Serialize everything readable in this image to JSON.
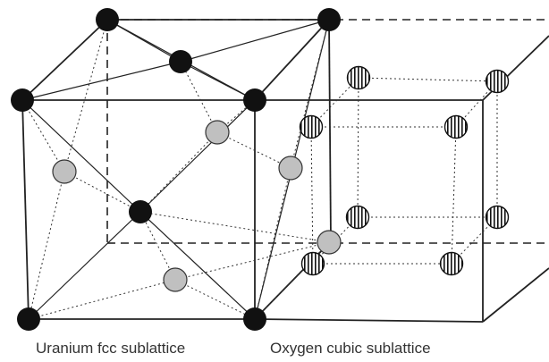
{
  "captions": {
    "left": "Uranium fcc sublattice",
    "right": "Oxygen cubic sublattice"
  },
  "colors": {
    "uranium_atom": "#111111",
    "interstitial_atom": "#c0c0c0",
    "oxygen_atom_hatch": "#111111",
    "lines": "#222222",
    "background": "#ffffff"
  },
  "legend_semantics": {
    "black_spheres": "uranium",
    "grey_spheres": "interstitial-site",
    "hatched_spheres": "oxygen"
  }
}
